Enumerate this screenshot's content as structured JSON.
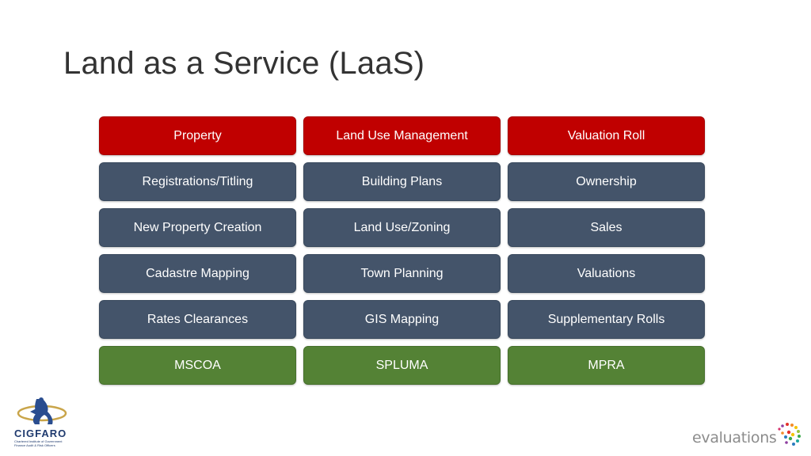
{
  "slide": {
    "title": "Land as a Service (LaaS)"
  },
  "grid": {
    "rows": [
      {
        "style": "red",
        "cells": [
          "Property",
          "Land Use Management",
          "Valuation Roll"
        ]
      },
      {
        "style": "blue",
        "cells": [
          "Registrations/Titling",
          "Building Plans",
          "Ownership"
        ]
      },
      {
        "style": "blue",
        "cells": [
          "New Property Creation",
          "Land Use/Zoning",
          "Sales"
        ]
      },
      {
        "style": "blue",
        "cells": [
          "Cadastre Mapping",
          "Town Planning",
          "Valuations"
        ]
      },
      {
        "style": "blue",
        "cells": [
          "Rates Clearances",
          "GIS Mapping",
          "Supplementary Rolls"
        ]
      },
      {
        "style": "green",
        "cells": [
          "MSCOA",
          "SPLUMA",
          "MPRA"
        ]
      }
    ]
  },
  "colors": {
    "header_red": "#c00000",
    "body_slate": "#44546a",
    "footer_green": "#548235"
  },
  "logos": {
    "left": {
      "name": "CIGFARO",
      "tagline": "Chartered Institute of Government Finance Audit & Risk Officers"
    },
    "right": {
      "name": "evaluations"
    }
  }
}
